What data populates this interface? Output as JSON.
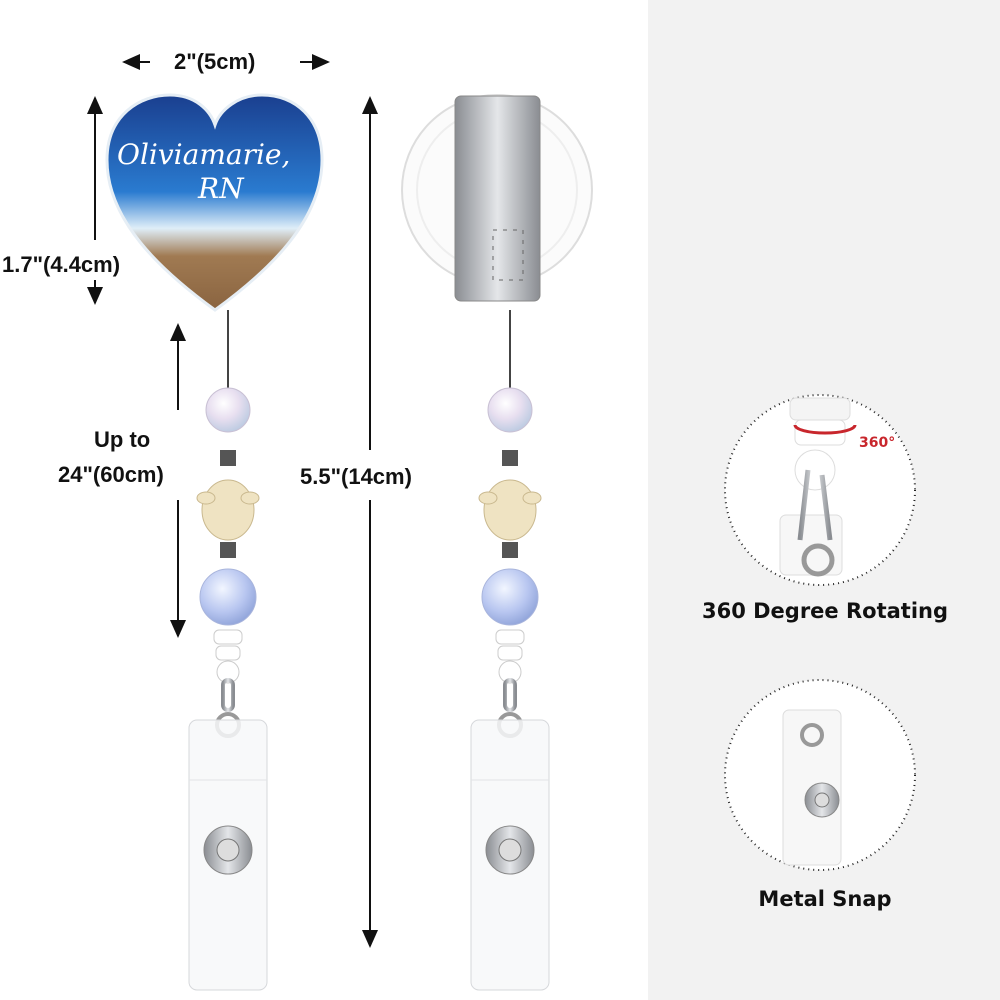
{
  "dimensions": {
    "width": "2\"(5cm)",
    "height": "1.7\"(4.4cm)",
    "cord_length_line1": "Up to",
    "cord_length_line2": "24\"(60cm)",
    "total_length": "5.5\"(14cm)"
  },
  "badge": {
    "name_line1": "Oliviamarie,",
    "name_line2": "RN"
  },
  "features": [
    {
      "caption": "360 Degree Rotating",
      "badge_text": "360°"
    },
    {
      "caption": "Metal Snap"
    }
  ],
  "colors": {
    "panel": "#f2f2f2",
    "ocean": "#1f5fb8",
    "rotate_arrow": "#c8262c"
  }
}
